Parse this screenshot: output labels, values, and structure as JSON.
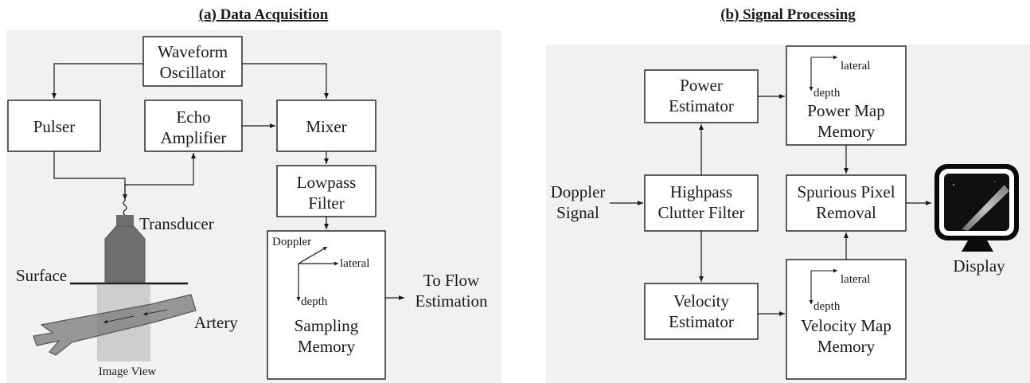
{
  "panel_a": {
    "title": "(a) Data Acquisition",
    "waveform_oscillator": [
      "Waveform",
      "Oscillator"
    ],
    "pulser": "Pulser",
    "echo_amplifier": [
      "Echo",
      "Amplifier"
    ],
    "mixer": "Mixer",
    "lowpass_filter": [
      "Lowpass",
      "Filter"
    ],
    "sampling_memory": {
      "axis_doppler": "Doppler",
      "axis_lateral": "lateral",
      "axis_depth": "depth",
      "label": [
        "Sampling",
        "Memory"
      ]
    },
    "transducer": "Transducer",
    "surface": "Surface",
    "artery": "Artery",
    "image_view": "Image View",
    "to_flow": [
      "To Flow",
      "Estimation"
    ]
  },
  "panel_b": {
    "title": "(b) Signal Processing",
    "doppler_signal": [
      "Doppler",
      "Signal"
    ],
    "highpass_filter": [
      "Highpass",
      "Clutter Filter"
    ],
    "power_estimator": [
      "Power",
      "Estimator"
    ],
    "velocity_estimator": [
      "Velocity",
      "Estimator"
    ],
    "power_map": {
      "axis_lateral": "lateral",
      "axis_depth": "depth",
      "label": [
        "Power Map",
        "Memory"
      ]
    },
    "velocity_map": {
      "axis_lateral": "lateral",
      "axis_depth": "depth",
      "label": [
        "Velocity Map",
        "Memory"
      ]
    },
    "spurious_removal": [
      "Spurious Pixel",
      "Removal"
    ],
    "display": "Display"
  },
  "colors": {
    "panel_bg": "#f1f1f1",
    "ink": "#1a1a1a",
    "transducer": "#6e6e6e",
    "artery": "#808080",
    "image_view": "#c8c8c8"
  }
}
